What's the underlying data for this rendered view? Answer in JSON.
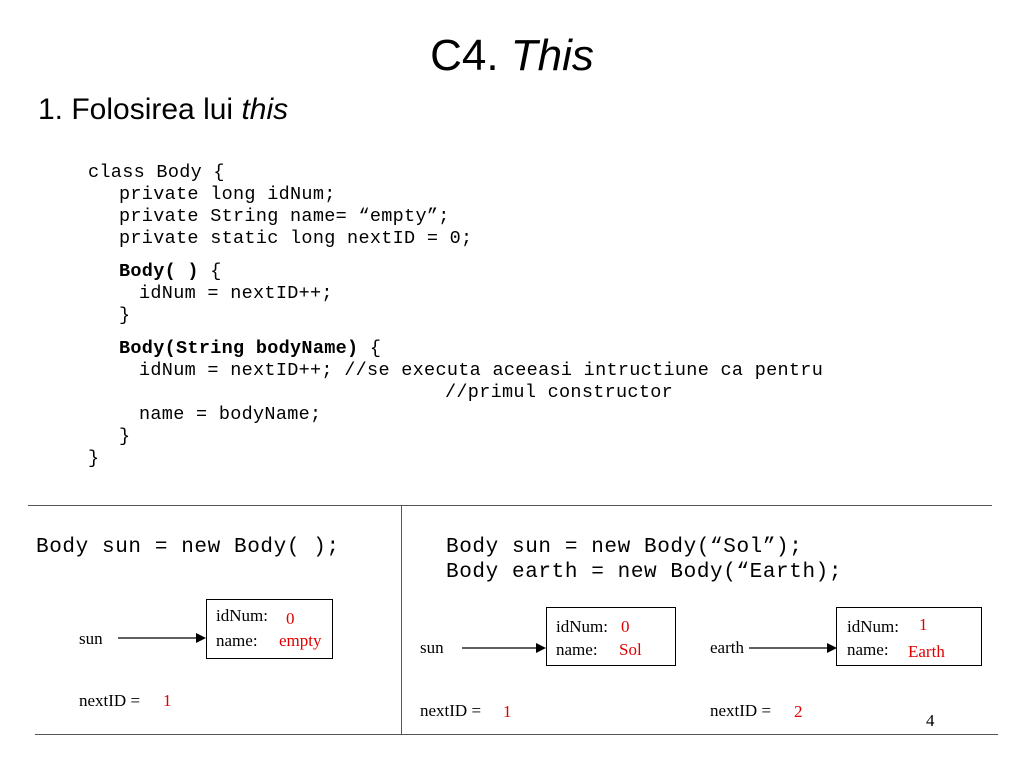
{
  "slide": {
    "title_prefix": "C4. ",
    "title_italic": "This",
    "subtitle_prefix": "1. Folosirea lui ",
    "subtitle_italic": "this",
    "page_number": "4"
  },
  "code": {
    "l1": "class Body {",
    "l2": "private long idNum;",
    "l3": "private String name= “empty”;",
    "l4": "private static long nextID = 0;",
    "c1_sig": "Body( )",
    "c1_brace": " {",
    "c1_body": "idNum = nextID++;",
    "c1_close": "}",
    "c2_sig": "Body(String bodyName)",
    "c2_brace": " {",
    "c2_l1": "idNum = nextID++; //se executa aceeasi intructiune ca pentru",
    "c2_l2": "//primul constructor",
    "c2_l3": "name = bodyName;",
    "c2_close": "}",
    "class_close": "}"
  },
  "left": {
    "statement": "Body sun = new Body( );",
    "var": "sun",
    "idnum_label": "idNum:",
    "idnum_value": "0",
    "name_label": "name:",
    "name_value": "empty",
    "nextid_label": "nextID =",
    "nextid_value": "1"
  },
  "right": {
    "statement1": "Body sun = new Body(“Sol”);",
    "statement2": "Body earth = new Body(“Earth);",
    "obj1": {
      "var": "sun",
      "idnum_label": "idNum:",
      "idnum_value": "0",
      "name_label": "name:",
      "name_value": "Sol",
      "nextid_label": "nextID =",
      "nextid_value": "1"
    },
    "obj2": {
      "var": "earth",
      "idnum_label": "idNum:",
      "idnum_value": "1",
      "name_label": "name:",
      "name_value": "Earth",
      "nextid_label": "nextID =",
      "nextid_value": "2"
    }
  },
  "colors": {
    "value_red": "#e00000",
    "rule": "#555555"
  }
}
